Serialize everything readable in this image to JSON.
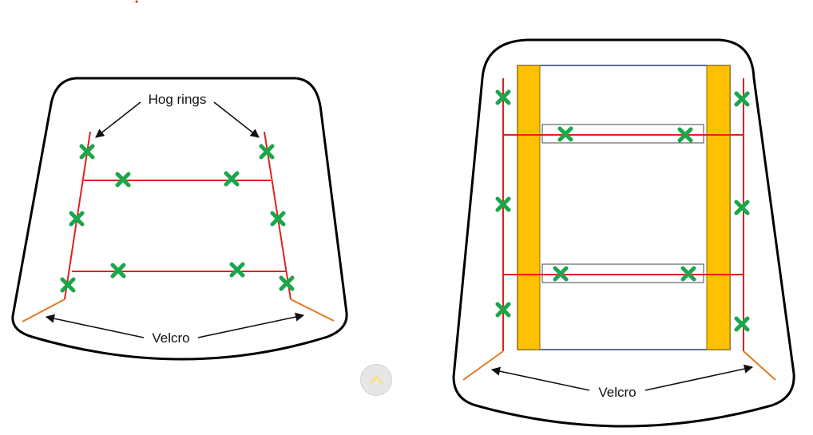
{
  "left_diagram": {
    "label_top": "Hog rings",
    "label_bottom": "Velcro"
  },
  "right_diagram": {
    "label_bottom": "Velcro"
  },
  "colors": {
    "outline": "#000000",
    "wire": "#e02020",
    "velcro": "#e07a20",
    "hog_ring": "#1aa64a",
    "frame_bar": "#ffc000",
    "frame_edge": "#2f3e66"
  },
  "controls": {
    "scroll_up_icon": "chevron-up-icon"
  }
}
